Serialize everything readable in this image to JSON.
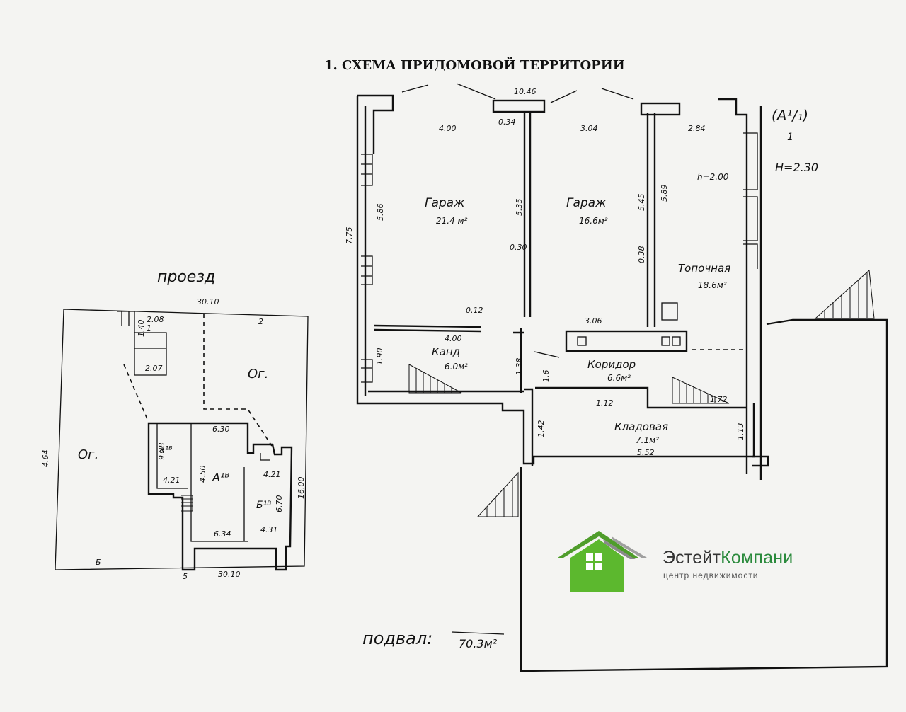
{
  "title": "1. СХЕМА ПРИДОМОВОЙ ТЕРРИТОРИИ",
  "rooms": {
    "garage1": {
      "name": "Гараж",
      "area": "21.4 м²"
    },
    "garage2": {
      "name": "Гараж",
      "area": "16.6м²"
    },
    "boiler": {
      "name": "Топочная",
      "area": "18.6м²"
    },
    "canal": {
      "name": "Канд",
      "area": "6.0м²"
    },
    "corridor": {
      "name": "Коридор",
      "area": "6.6м²"
    },
    "storage": {
      "name": "Кладовая",
      "area": "7.1м²"
    }
  },
  "plan_labels": {
    "level_mark": "(А¹/₁)",
    "level_num": "1",
    "height_total": "H=2.30",
    "height_room": "h=2.00"
  },
  "dimensions": {
    "top_width": "10.46",
    "w1": "4.00",
    "w2": "3.04",
    "w3": "2.84",
    "left_height": "7.75",
    "g1_height": "5.86",
    "g1_right": "5.35",
    "g2_right": "5.45",
    "boiler_left": "5.89",
    "small1": "0.34",
    "small2": "0.30",
    "small3": "0.38",
    "canal_w": "4.00",
    "canal_small": "0.12",
    "canal_h": "1.90",
    "corr_w": "3.06",
    "corr_h": "1.38",
    "stair_small": "1.12",
    "stair_small2": "1.72",
    "stor_h1": "1.42",
    "stor_h2": "1.13",
    "stor_w": "5.52",
    "corr_mark": "1.6"
  },
  "site": {
    "road": "проезд",
    "garden1": "Ог.",
    "garden2": "Ог.",
    "width_top": "30.10",
    "width_bottom": "30.10",
    "left_side": "4.64",
    "right_side": "16.00",
    "bld_width": "6.30",
    "bld_bottom": "6.34",
    "lit_main": "А¹ᴮ",
    "lit_b": "Б¹ᴮ",
    "lit_a": "а¹ᴮ",
    "n1": "1",
    "n2": "2",
    "dim_a": "2.08",
    "dim_b": "1.40",
    "dim_c": "2.07",
    "dim_d": "4.21",
    "dim_e": "4.50",
    "dim_f": "4.21",
    "dim_g": "4.31",
    "dim_h": "9.28",
    "dim_i": "6.70",
    "mark_b": "Б",
    "mark_5": "5"
  },
  "basement": {
    "label": "подвал:",
    "area": "70.3м²"
  },
  "logo": {
    "brand_main": "Эстейт",
    "brand_accent": "Компани",
    "tagline": "центр недвижимости",
    "icon": "house-logo-icon",
    "colors": {
      "green": "#5cb82e",
      "dark_green": "#2a8a3c",
      "grey": "#8a8a8a"
    }
  }
}
